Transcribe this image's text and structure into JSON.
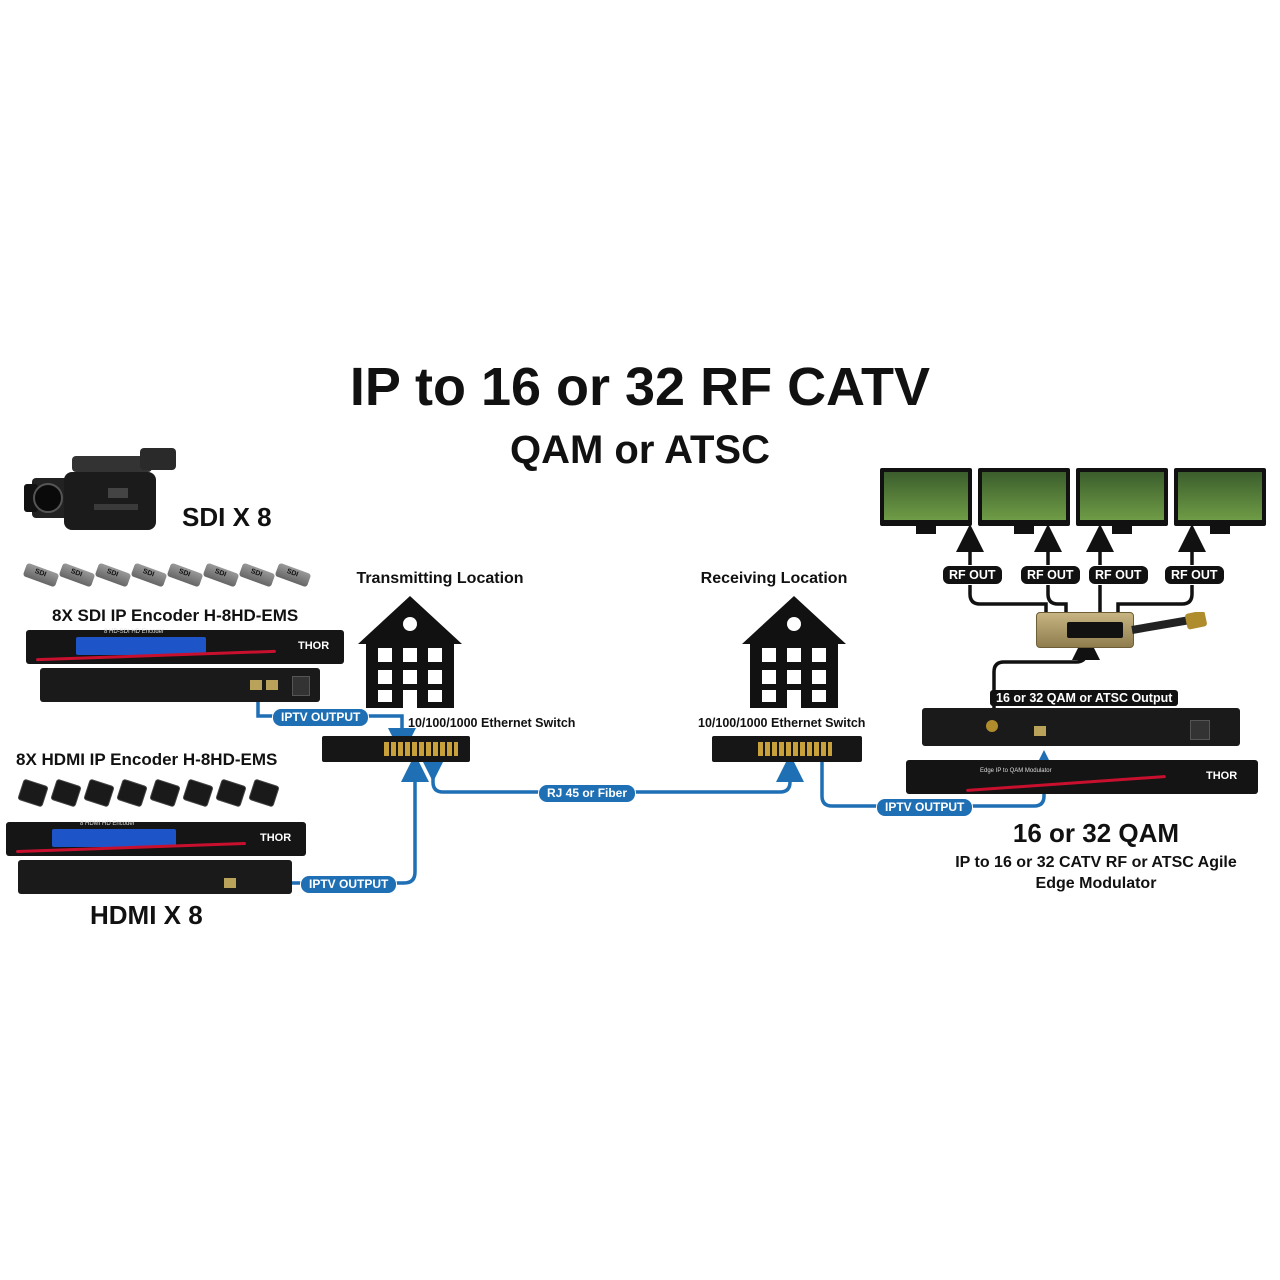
{
  "title": "IP to 16 or 32 RF CATV",
  "subtitle": "QAM or ATSC",
  "sdi": {
    "heading": "SDI X 8",
    "encoder_label": "8X SDI IP Encoder H-8HD-EMS",
    "front_panel_text": "8 HD-SDI HD Encoder",
    "cable_label": "SDI",
    "output_label": "IPTV OUTPUT"
  },
  "hdmi": {
    "heading": "HDMI X 8",
    "encoder_label": "8X HDMI IP Encoder H-8HD-EMS",
    "front_panel_text": "8 HDMI HD Encoder",
    "output_label": "IPTV OUTPUT"
  },
  "brand": "THOR",
  "transmit": {
    "location_label": "Transmitting Location",
    "switch_label": "10/100/1000 Ethernet Switch"
  },
  "receive": {
    "location_label": "Receiving Location",
    "switch_label": "10/100/1000 Ethernet Switch",
    "output_label": "IPTV OUTPUT"
  },
  "link_label": "RJ 45 or Fiber",
  "modulator": {
    "output_label": "16 or 32 QAM or ATSC Output",
    "front_text": "Edge IP to QAM Modulator",
    "heading": "16 or 32 QAM",
    "caption_line1": "IP to 16 or 32 CATV RF or ATSC Agile",
    "caption_line2": "Edge Modulator"
  },
  "rf_outputs": [
    "RF OUT",
    "RF OUT",
    "RF OUT",
    "RF OUT"
  ],
  "colors": {
    "link_blue": "#1f6fb5",
    "rack_dark": "#141414",
    "accent_red": "#c8102e"
  }
}
